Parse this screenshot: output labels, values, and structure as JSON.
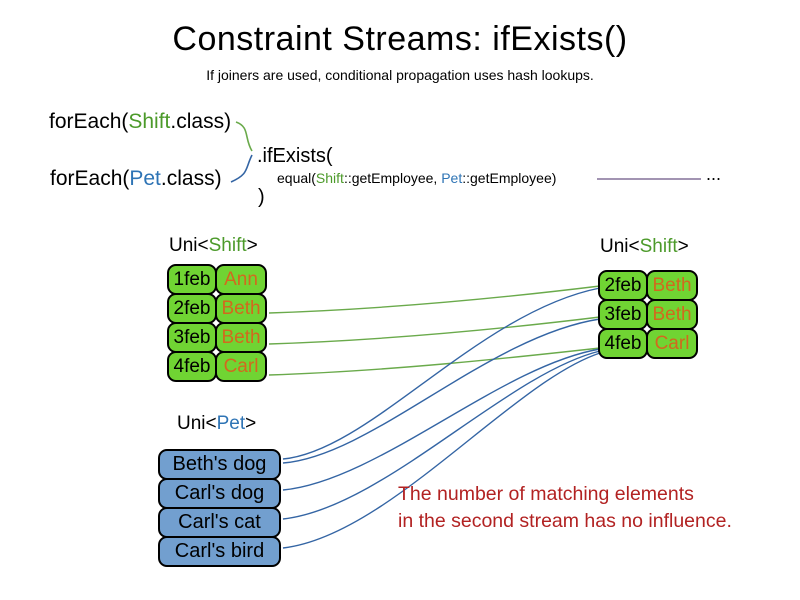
{
  "slide": {
    "title": "Constraint Streams: ifExists()",
    "subtitle": "If joiners are used, conditional propagation uses hash lookups."
  },
  "code": {
    "foreach_shift": {
      "prefix": "forEach(",
      "cls": "Shift",
      "suffix": ".class)"
    },
    "foreach_pet": {
      "prefix": "forEach(",
      "cls": "Pet",
      "suffix": ".class)"
    },
    "if_exists": ".ifExists(",
    "equal": {
      "prefix": "equal(",
      "shift_cls": "Shift",
      "mid": "::getEmployee, ",
      "pet_cls": "Pet",
      "suffix": "::getEmployee)"
    },
    "close_paren": ")",
    "ellipsis": "..."
  },
  "tables": {
    "shift_left": {
      "title": {
        "prefix": "Uni<",
        "cls": "Shift",
        "suffix": ">"
      },
      "rows": [
        {
          "date": "1feb",
          "employee": "Ann"
        },
        {
          "date": "2feb",
          "employee": "Beth"
        },
        {
          "date": "3feb",
          "employee": "Beth"
        },
        {
          "date": "4feb",
          "employee": "Carl"
        }
      ]
    },
    "shift_right": {
      "title": {
        "prefix": "Uni<",
        "cls": "Shift",
        "suffix": ">"
      },
      "rows": [
        {
          "date": "2feb",
          "employee": "Beth"
        },
        {
          "date": "3feb",
          "employee": "Beth"
        },
        {
          "date": "4feb",
          "employee": "Carl"
        }
      ]
    },
    "pet": {
      "title": {
        "prefix": "Uni<",
        "cls": "Pet",
        "suffix": ">"
      },
      "rows": [
        {
          "label": "Beth's dog"
        },
        {
          "label": "Carl's dog"
        },
        {
          "label": "Carl's cat"
        },
        {
          "label": "Carl's bird"
        }
      ]
    }
  },
  "note": {
    "line1": "The number of matching elements",
    "line2": "in the second stream has no influence."
  },
  "colors": {
    "shift_green": "#4c9a2a",
    "pet_blue": "#2e74b5",
    "row_green_fill": "#70d433",
    "row_blue_fill": "#729fcf",
    "employee_orange": "#d2691e",
    "note_red": "#b22222",
    "connector_green": "#6aaa4b",
    "connector_blue": "#3465a4",
    "joiner_line_purple": "#6b5585"
  }
}
